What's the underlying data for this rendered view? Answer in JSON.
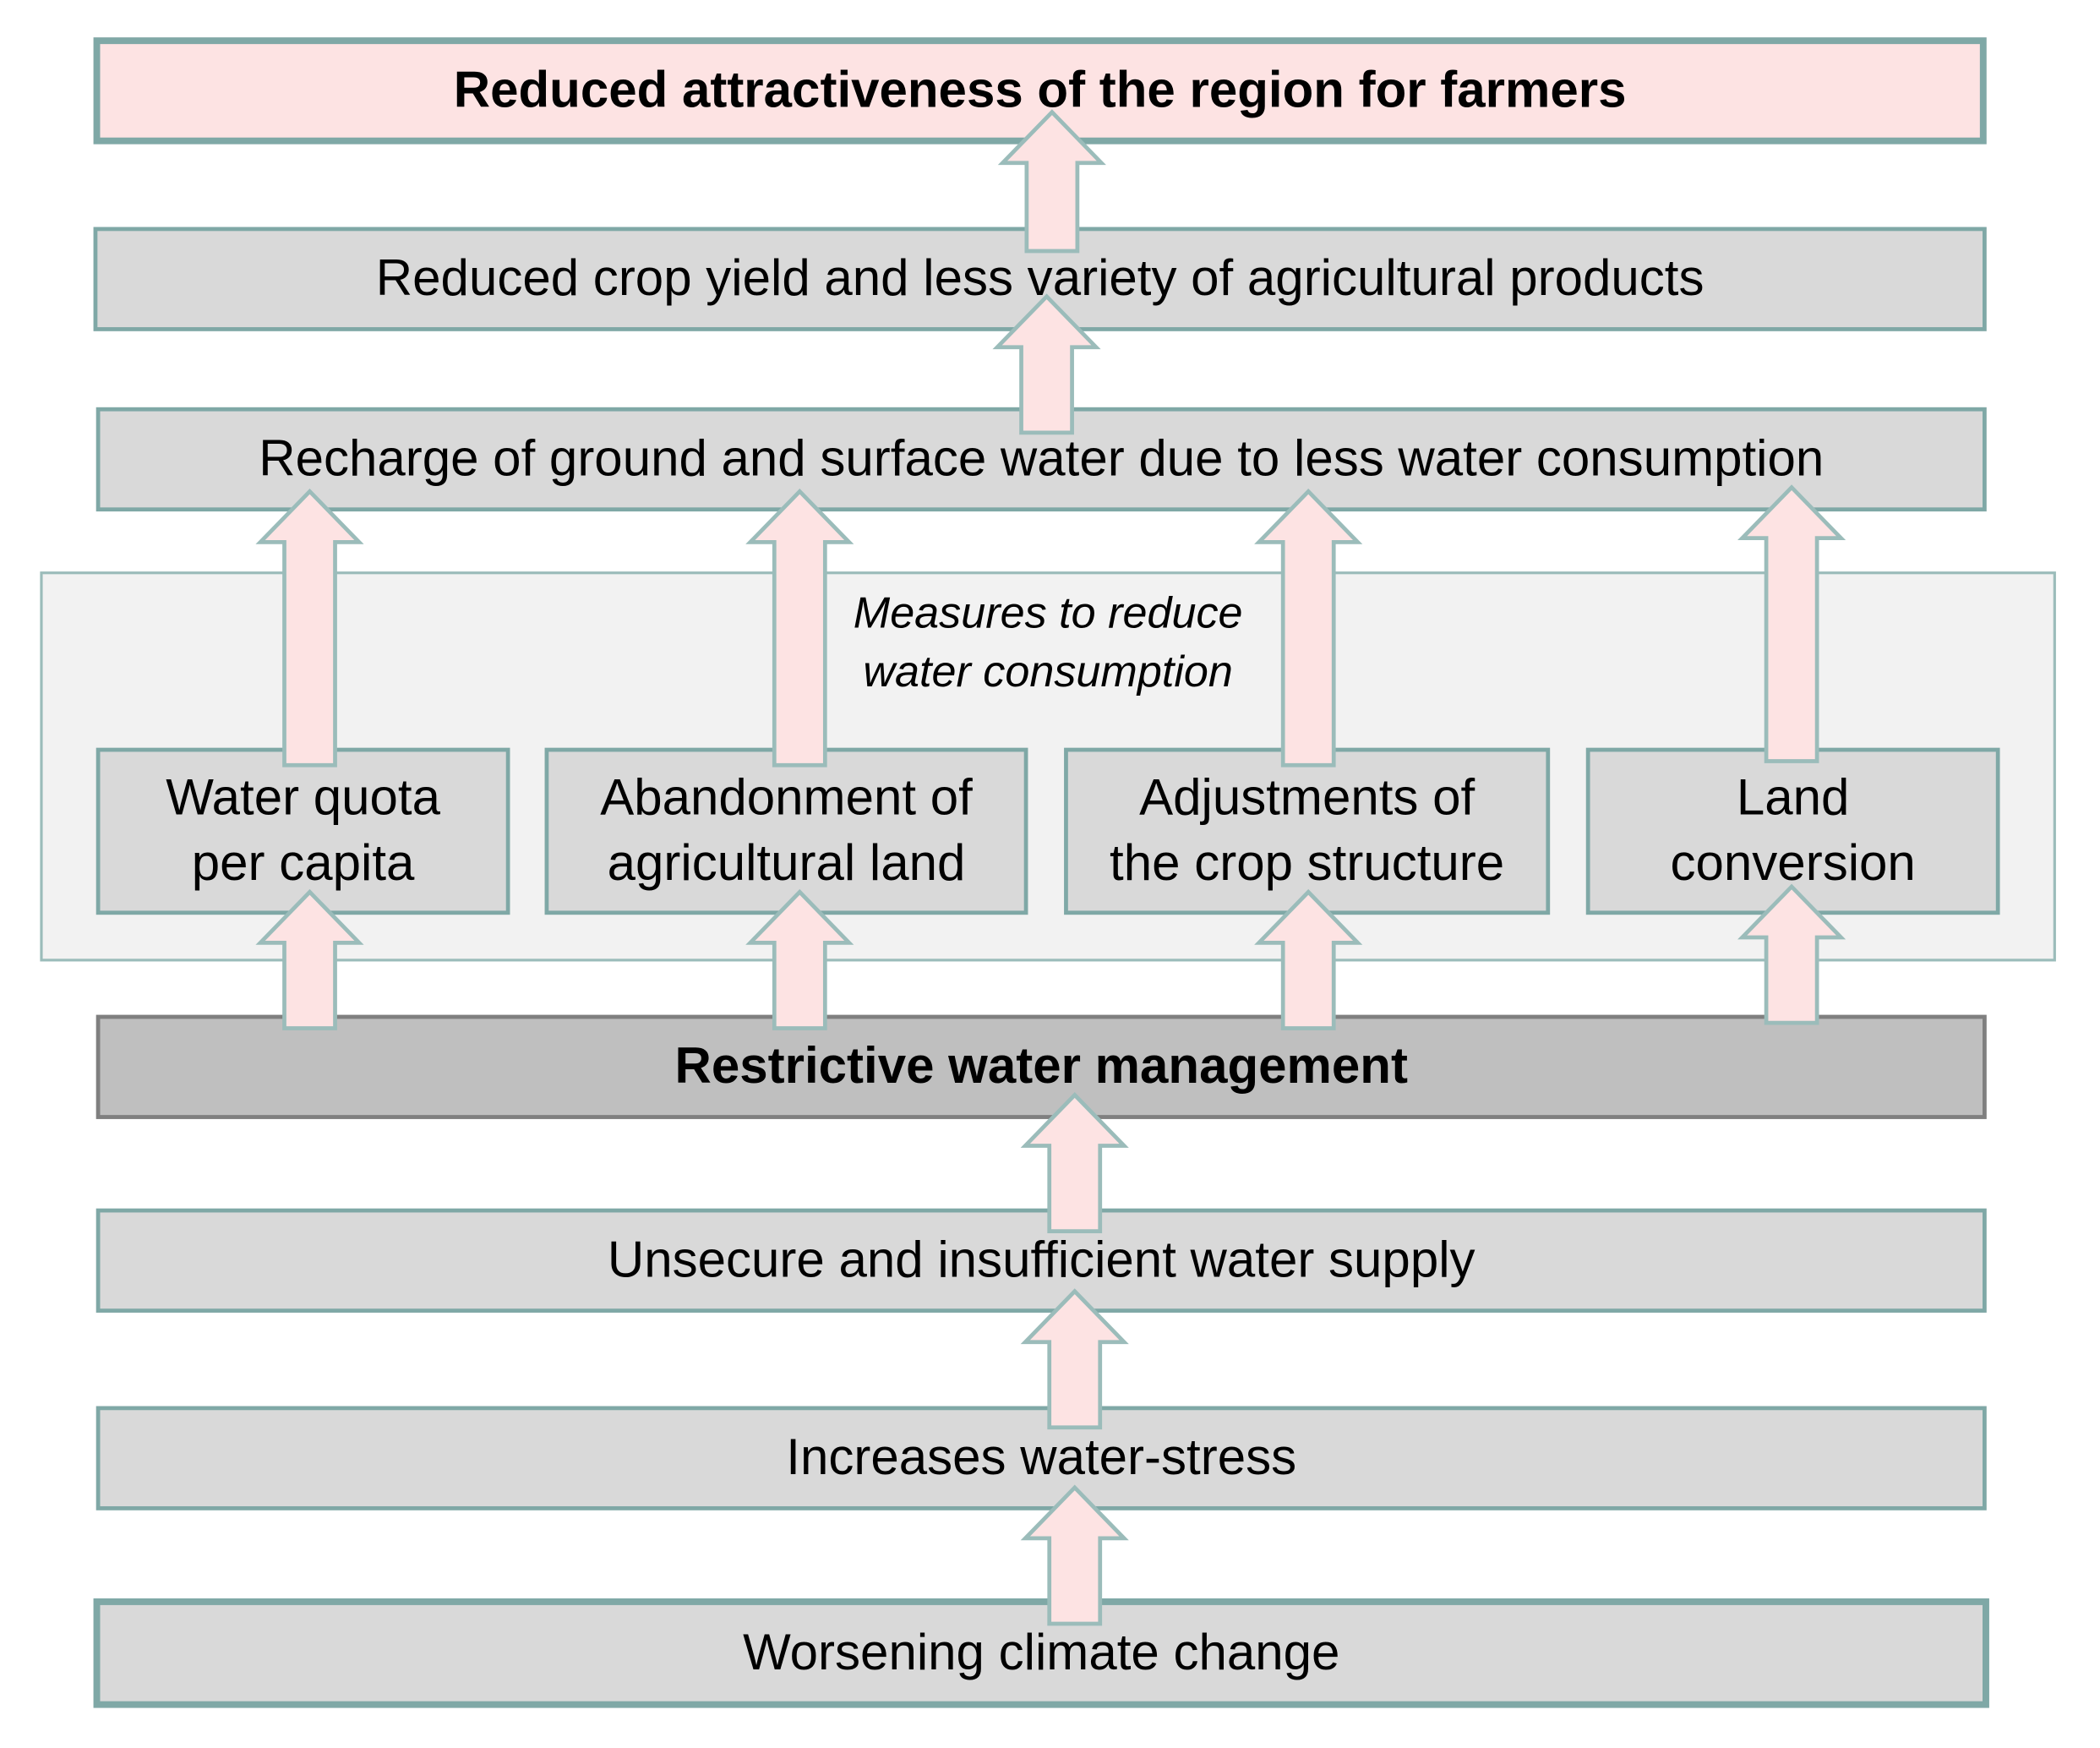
{
  "boxes": {
    "top": "Reduced attractiveness of the region for farmers",
    "yield": "Reduced crop yield and less variety of agricultural products",
    "recharge": "Recharge of ground and surface water due to less water consumption",
    "restrictive": "Restrictive water management",
    "supply": "Unsecure and insufficient water supply",
    "stress": "Increases water-stress",
    "climate": "Worsening climate change"
  },
  "measures": {
    "group_label_line1": "Measures to reduce",
    "group_label_line2": "water consumption",
    "items": [
      {
        "line1": "Water quota",
        "line2": "per capita"
      },
      {
        "line1": "Abandonment of",
        "line2": "agricultural land"
      },
      {
        "line1": "Adjustments of",
        "line2": "the crop structure"
      },
      {
        "line1": "Land",
        "line2": "conversion"
      }
    ]
  },
  "colors": {
    "box_fill": "#d9d9d9",
    "box_border": "#7fa8a6",
    "top_fill": "#fde3e3",
    "dark_fill": "#bfbfbf",
    "group_fill": "#f2f2f2",
    "arrow_fill": "#fde3e3"
  }
}
